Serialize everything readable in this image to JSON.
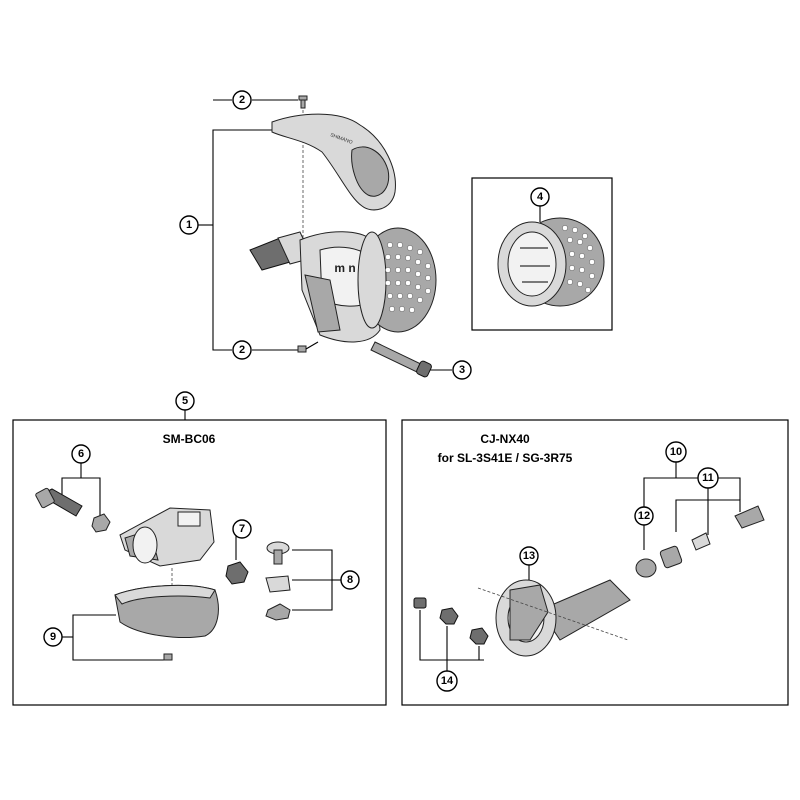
{
  "callouts": [
    "1",
    "2",
    "2",
    "3",
    "4",
    "5",
    "6",
    "7",
    "8",
    "9",
    "10",
    "11",
    "12",
    "13",
    "14"
  ],
  "headings": {
    "sm_bc06": "SM-BC06",
    "cj_nx40_line1": "CJ-NX40",
    "cj_nx40_line2": "for SL-3S41E / SG-3R75"
  }
}
